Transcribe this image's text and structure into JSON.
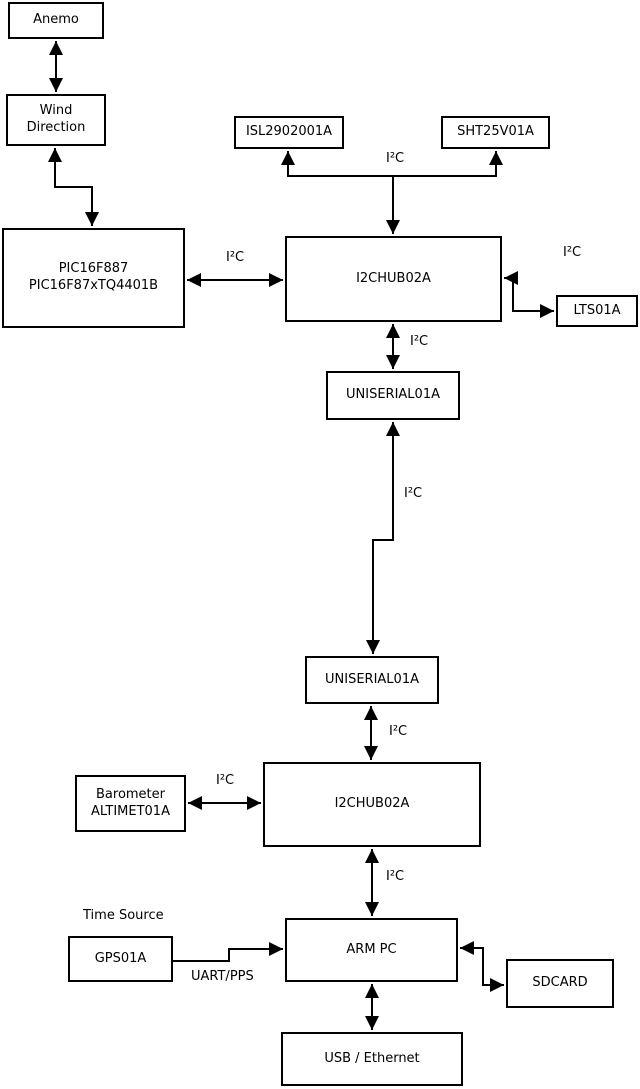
{
  "diagram": {
    "type": "block-diagram",
    "colors": {
      "line": "#000000",
      "box_fill": "#ffffff",
      "text": "#000000",
      "background": "#ffffff"
    },
    "nodes": {
      "anemo": "Anemo",
      "wind_direction": "Wind\nDirection",
      "pic": "PIC16F887\nPIC16F87xTQ4401B",
      "isl": "ISL2902001A",
      "sht": "SHT25V01A",
      "i2chub_top": "I2CHUB02A",
      "lts": "LTS01A",
      "uniserial_top": "UNISERIAL01A",
      "uniserial_bottom": "UNISERIAL01A",
      "barometer": "Barometer\nALTIMET01A",
      "i2chub_bottom": "I2CHUB02A",
      "gps": "GPS01A",
      "arm_pc": "ARM PC",
      "sdcard": "SDCARD",
      "usb_ethernet": "USB / Ethernet"
    },
    "edge_labels": {
      "i2c_sensors": "I²C",
      "i2c_pic_hub": "I²C",
      "i2c_hub_lts": "I²C",
      "i2c_hub_uniserial": "I²C",
      "i2c_uniserial_link": "I²C",
      "i2c_uniserial_hub2": "I²C",
      "i2c_barometer_hub2": "I²C",
      "i2c_hub2_armpc": "I²C",
      "time_source": "Time Source",
      "uart_pps": "UART/PPS"
    }
  }
}
